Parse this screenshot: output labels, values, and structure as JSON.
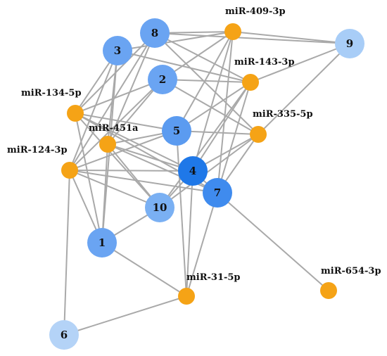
{
  "gene_nodes": [
    {
      "id": "8",
      "label": "8",
      "color": "#6aa4f2"
    },
    {
      "id": "3",
      "label": "3",
      "color": "#6aa4f2"
    },
    {
      "id": "2",
      "label": "2",
      "color": "#6aa4f2"
    },
    {
      "id": "9",
      "label": "9",
      "color": "#a8cdf7"
    },
    {
      "id": "5",
      "label": "5",
      "color": "#5b9bf0"
    },
    {
      "id": "4",
      "label": "4",
      "color": "#1f78e8"
    },
    {
      "id": "7",
      "label": "7",
      "color": "#3f8bee"
    },
    {
      "id": "10",
      "label": "10",
      "color": "#7ab0f3"
    },
    {
      "id": "1",
      "label": "1",
      "color": "#6aa4f2"
    },
    {
      "id": "6",
      "label": "6",
      "color": "#b4d3f7"
    }
  ],
  "mirna_nodes": [
    {
      "id": "miR-409-3p",
      "label": "miR-409-3p",
      "color": "#f5a316"
    },
    {
      "id": "miR-143-3p",
      "label": "miR-143-3p",
      "color": "#f5a316"
    },
    {
      "id": "miR-134-5p",
      "label": "miR-134-5p",
      "color": "#f5a316"
    },
    {
      "id": "miR-451a",
      "label": "miR-451a",
      "color": "#f5a316"
    },
    {
      "id": "miR-335-5p",
      "label": "miR-335-5p",
      "color": "#f5a316"
    },
    {
      "id": "miR-124-3p",
      "label": "miR-124-3p",
      "color": "#f5a316"
    },
    {
      "id": "miR-31-5p",
      "label": "miR-31-5p",
      "color": "#f5a316"
    },
    {
      "id": "miR-654-3p",
      "label": "miR-654-3p",
      "color": "#f5a316"
    }
  ],
  "edges": [
    [
      "8",
      "miR-409-3p"
    ],
    [
      "8",
      "9"
    ],
    [
      "8",
      "miR-143-3p"
    ],
    [
      "8",
      "miR-335-5p"
    ],
    [
      "8",
      "miR-134-5p"
    ],
    [
      "8",
      "miR-451a"
    ],
    [
      "8",
      "miR-124-3p"
    ],
    [
      "3",
      "miR-409-3p"
    ],
    [
      "3",
      "miR-143-3p"
    ],
    [
      "3",
      "miR-134-5p"
    ],
    [
      "3",
      "miR-451a"
    ],
    [
      "3",
      "miR-124-3p"
    ],
    [
      "3",
      "1"
    ],
    [
      "2",
      "miR-409-3p"
    ],
    [
      "2",
      "miR-143-3p"
    ],
    [
      "2",
      "miR-335-5p"
    ],
    [
      "2",
      "miR-134-5p"
    ],
    [
      "2",
      "miR-451a"
    ],
    [
      "2",
      "miR-124-3p"
    ],
    [
      "9",
      "miR-409-3p"
    ],
    [
      "9",
      "miR-143-3p"
    ],
    [
      "9",
      "miR-335-5p"
    ],
    [
      "miR-409-3p",
      "5"
    ],
    [
      "miR-409-3p",
      "4"
    ],
    [
      "miR-409-3p",
      "7"
    ],
    [
      "miR-143-3p",
      "5"
    ],
    [
      "miR-143-3p",
      "4"
    ],
    [
      "miR-143-3p",
      "7"
    ],
    [
      "miR-143-3p",
      "10"
    ],
    [
      "miR-134-5p",
      "5"
    ],
    [
      "miR-134-5p",
      "4"
    ],
    [
      "miR-134-5p",
      "10"
    ],
    [
      "miR-134-5p",
      "1"
    ],
    [
      "miR-134-5p",
      "7"
    ],
    [
      "miR-451a",
      "5"
    ],
    [
      "miR-451a",
      "4"
    ],
    [
      "miR-451a",
      "10"
    ],
    [
      "miR-451a",
      "1"
    ],
    [
      "miR-451a",
      "7"
    ],
    [
      "miR-335-5p",
      "5"
    ],
    [
      "miR-335-5p",
      "4"
    ],
    [
      "miR-335-5p",
      "7"
    ],
    [
      "miR-335-5p",
      "10"
    ],
    [
      "miR-124-3p",
      "5"
    ],
    [
      "miR-124-3p",
      "4"
    ],
    [
      "miR-124-3p",
      "10"
    ],
    [
      "miR-124-3p",
      "1"
    ],
    [
      "miR-124-3p",
      "6"
    ],
    [
      "miR-124-3p",
      "7"
    ],
    [
      "5",
      "miR-31-5p"
    ],
    [
      "4",
      "miR-31-5p"
    ],
    [
      "7",
      "miR-31-5p"
    ],
    [
      "1",
      "miR-31-5p"
    ],
    [
      "6",
      "miR-31-5p"
    ],
    [
      "7",
      "miR-654-3p"
    ],
    [
      "10",
      "1"
    ],
    [
      "4",
      "7"
    ],
    [
      "4",
      "10"
    ]
  ]
}
